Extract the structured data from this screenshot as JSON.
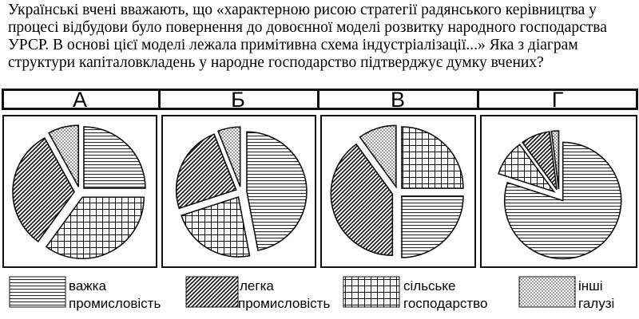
{
  "question": {
    "lines": [
      "Українські вчені вважають, що «характерною рисою стратегії радянського керівництва у",
      "процесі відбудови було повернення до довоєнної моделі розвитку народного господарства",
      "УРСР. В основі цієї моделі лежала примітивна схема індустріалізації...» Яка з діаграм",
      "структури капіталовкладень у народне господарство підтверджує думку вчених?"
    ]
  },
  "options": [
    {
      "letter": "А"
    },
    {
      "letter": "Б"
    },
    {
      "letter": "В"
    },
    {
      "letter": "Г"
    }
  ],
  "legend": [
    {
      "pattern": "horizontal",
      "line1": "важка",
      "line2": "промисловість"
    },
    {
      "pattern": "diagonal",
      "line1": "легка",
      "line2": "промисловість"
    },
    {
      "pattern": "grid",
      "line1": "сільське",
      "line2": "господарство"
    },
    {
      "pattern": "dots",
      "line1": "інші",
      "line2": "галузі"
    }
  ],
  "chart_data": [
    {
      "type": "pie",
      "option": "А",
      "slices": [
        {
          "sector": "важка промисловість",
          "value": 25
        },
        {
          "sector": "сільське господарство",
          "value": 35
        },
        {
          "sector": "легка промисловість",
          "value": 32
        },
        {
          "sector": "інші галузі",
          "value": 8
        }
      ]
    },
    {
      "type": "pie",
      "option": "Б",
      "slices": [
        {
          "sector": "важка промисловість",
          "value": 47
        },
        {
          "sector": "сільське господарство",
          "value": 23
        },
        {
          "sector": "легка промисловість",
          "value": 24
        },
        {
          "sector": "інші галузі",
          "value": 6
        }
      ]
    },
    {
      "type": "pie",
      "option": "В",
      "slices": [
        {
          "sector": "сільське господарство",
          "value": 25
        },
        {
          "sector": "важка промисловість",
          "value": 25
        },
        {
          "sector": "легка промисловість",
          "value": 40
        },
        {
          "sector": "інші галузі",
          "value": 10
        }
      ]
    },
    {
      "type": "pie",
      "option": "Г",
      "slices": [
        {
          "sector": "важка промисловість",
          "value": 80
        },
        {
          "sector": "сільське господарство",
          "value": 10
        },
        {
          "sector": "легка промисловість",
          "value": 8
        },
        {
          "sector": "інші галузі",
          "value": 2
        }
      ]
    }
  ]
}
